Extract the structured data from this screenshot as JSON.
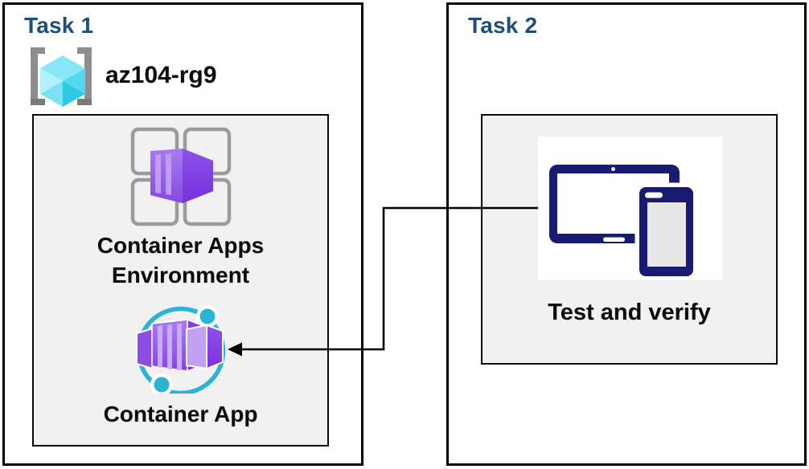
{
  "task1": {
    "title": "Task 1",
    "resource_group_name": "az104-rg9",
    "environment_label": {
      "line1": "Container Apps",
      "line2": "Environment"
    },
    "app_label": "Container App"
  },
  "task2": {
    "title": "Task 2",
    "verify_label": "Test and verify"
  },
  "icons": {
    "resource_group": "resource-group-icon",
    "environment": "container-apps-environment-icon",
    "container_app": "container-app-icon",
    "devices": "devices-icon",
    "connector": "arrow-connector"
  },
  "colors": {
    "title_blue": "#1f4e79",
    "box_fill": "#f1f1f1",
    "border_black": "#000000",
    "azure_purple_dark": "#7a2edd",
    "azure_purple_light": "#a87bee",
    "azure_cyan": "#2bb3d4",
    "rg_cube_cyan": "#55d7f0",
    "device_navy": "#191a72",
    "grid_gray": "#9b9b9b"
  }
}
